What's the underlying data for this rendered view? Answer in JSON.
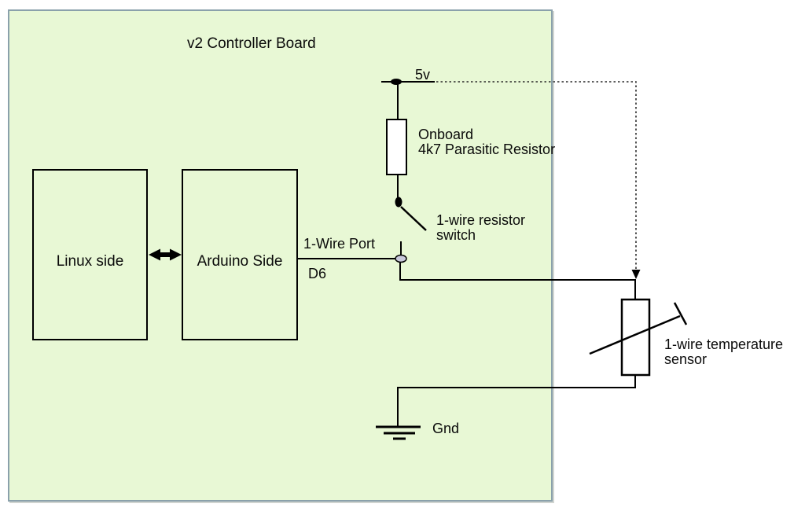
{
  "board": {
    "title": "v2 Controller Board",
    "linux_block": "Linux side",
    "arduino_block": "Arduino Side"
  },
  "labels": {
    "power": "5v",
    "resistor": [
      "Onboard",
      "4k7 Parasitic Resistor"
    ],
    "switch": [
      "1-wire resistor",
      "switch"
    ],
    "port": "1-Wire Port",
    "pin": "D6",
    "sensor": [
      "1-wire temperature",
      "sensor"
    ],
    "ground": "Gnd"
  },
  "colors": {
    "board_fill": "#e8f8d5",
    "board_border": "#8aa1ab",
    "wire": "#000000",
    "port_node_fill": "#c9c9dc",
    "symbol_fill": "#ffffff"
  }
}
